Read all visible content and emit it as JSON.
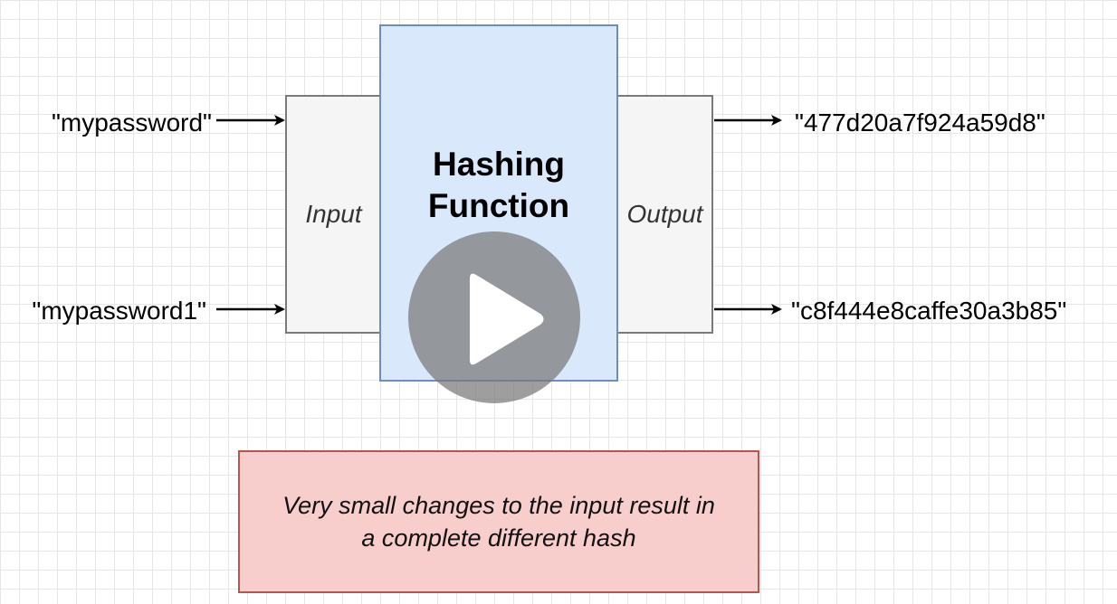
{
  "diagram": {
    "inputs": [
      "\"mypassword\"",
      "\"mypassword1\""
    ],
    "input_box_label": "Input",
    "hashing_function_label": "Hashing Function",
    "output_box_label": "Output",
    "outputs": [
      "\"477d20a7f924a59d8\"",
      "\"c8f444e8caffe30a3b85\""
    ],
    "note": "Very small changes to the input result in\na complete different hash"
  },
  "colors": {
    "hashing_function_fill": "#dae8fc",
    "hashing_function_stroke": "#6c8ebf",
    "io_box_fill": "#f5f5f5",
    "note_fill": "#f8cecc",
    "note_stroke": "#b85450"
  },
  "video_overlay": {
    "control_icon": "play-icon"
  }
}
